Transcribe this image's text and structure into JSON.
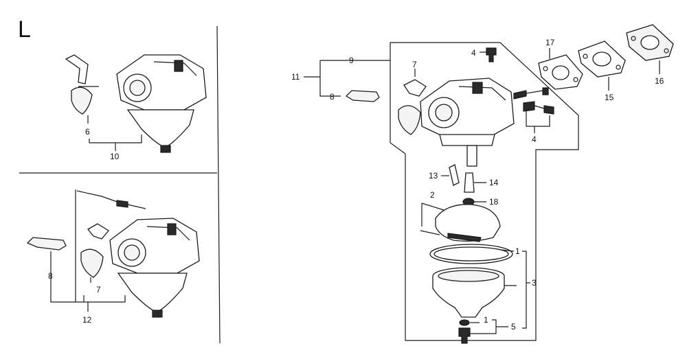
{
  "section_letter": "L",
  "callouts": {
    "top_left_6": "6",
    "top_left_10": "10",
    "bottom_left_8": "8",
    "bottom_left_7": "7",
    "bottom_left_12": "12",
    "main_9": "9",
    "main_11": "11",
    "main_8": "8",
    "main_7": "7",
    "main_4_top": "4",
    "main_4_right": "4",
    "main_17": "17",
    "main_15": "15",
    "main_16": "16",
    "main_13": "13",
    "main_14": "14",
    "main_18": "18",
    "main_2": "2",
    "main_1_top": "1",
    "main_3": "3",
    "main_1_bottom": "1",
    "main_5": "5"
  }
}
